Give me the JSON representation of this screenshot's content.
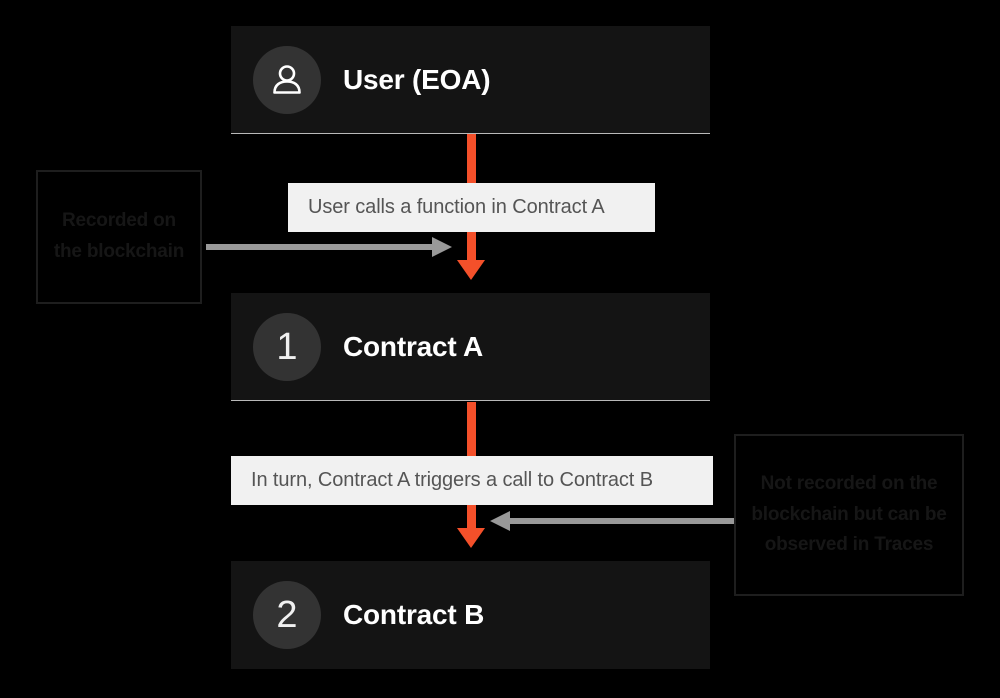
{
  "diagram": {
    "background_color": "#000000",
    "accent_color": "#f4502a",
    "node_color": "#141414",
    "caption_color": "#f1f1f1",
    "gray_arrow_color": "#999999"
  },
  "nodes": [
    {
      "id": "user",
      "icon": "person-icon",
      "title": "User (EOA)",
      "badge": ""
    },
    {
      "id": "contract-a",
      "icon": "number-badge",
      "title": "Contract A",
      "badge": "1"
    },
    {
      "id": "contract-b",
      "icon": "number-badge",
      "title": "Contract B",
      "badge": "2"
    }
  ],
  "captions": [
    {
      "id": "caption-1",
      "text": "User calls a function in Contract A"
    },
    {
      "id": "caption-2",
      "text": "In turn, Contract A triggers a call to Contract B"
    }
  ],
  "callouts": [
    {
      "id": "callout-left",
      "text": "Recorded on the blockchain",
      "lines": [
        "Recorded",
        "on the",
        "blockchain"
      ],
      "points_to": "user-to-contract-a-arrow"
    },
    {
      "id": "callout-right",
      "text": "Not recorded on the blockchain but can be observed in Traces",
      "lines": [
        "Not recorded on the",
        "blockchain but can",
        "be observed in",
        "Traces"
      ],
      "points_to": "contract-a-to-contract-b-arrow"
    }
  ]
}
